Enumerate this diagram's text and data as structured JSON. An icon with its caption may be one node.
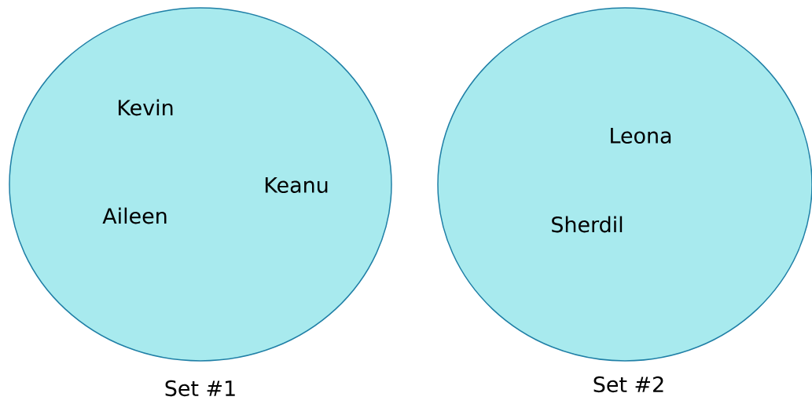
{
  "diagram": {
    "nodes": [
      {
        "text": [
          "Kevin",
          "Aileen",
          "Keanu"
        ],
        "beside": [
          "Set #1"
        ]
      },
      {
        "text": [
          "Leona",
          "Sherdil"
        ],
        "beside": [
          "Set #2"
        ]
      }
    ]
  }
}
